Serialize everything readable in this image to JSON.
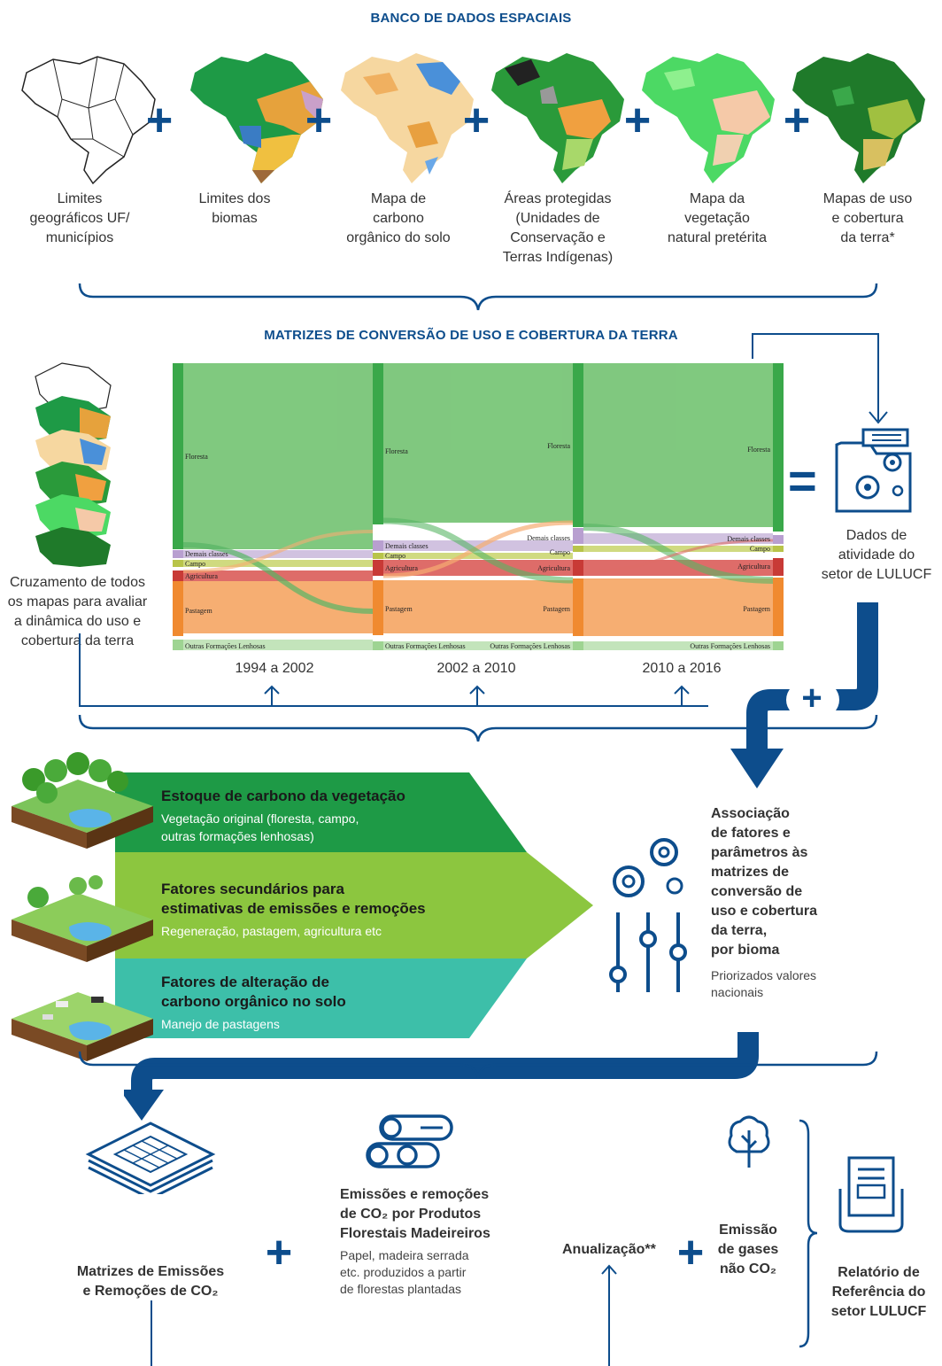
{
  "section1": {
    "title": "BANCO DE DADOS ESPACIAIS",
    "maps": [
      {
        "lines": [
          "Limites",
          "geográficos UF/",
          "municípios"
        ],
        "icon": "brazil-outline-map-icon"
      },
      {
        "lines": [
          "Limites dos",
          "biomas"
        ],
        "icon": "brazil-biomes-map-icon"
      },
      {
        "lines": [
          "Mapa de",
          "carbono",
          "orgânico do solo"
        ],
        "icon": "brazil-soil-carbon-map-icon"
      },
      {
        "lines": [
          "Áreas protegidas",
          "(Unidades de",
          "Conservação e",
          "Terras Indígenas)"
        ],
        "icon": "brazil-protected-areas-map-icon"
      },
      {
        "lines": [
          "Mapa da",
          "vegetação",
          "natural pretérita"
        ],
        "icon": "brazil-vegetation-map-icon"
      },
      {
        "lines": [
          "Mapas de uso",
          "e cobertura",
          "da terra*"
        ],
        "icon": "brazil-land-use-map-icon"
      }
    ],
    "plus": "+"
  },
  "section2": {
    "title": "MATRIZES DE CONVERSÃO DE USO E COBERTURA DA TERRA",
    "left_caption": [
      "Cruzamento de todos",
      "os mapas para avaliar",
      "a dinâmica do uso e",
      "cobertura da terra"
    ],
    "periods": [
      "1994 a 2002",
      "2002 a 2010",
      "2010 a 2016"
    ],
    "classes": [
      "Floresta",
      "Demais classes",
      "Campo",
      "Agricultura",
      "Pastagem",
      "Outras Formações Lenhosas"
    ],
    "equals": "=",
    "right_caption": [
      "Dados de",
      "atividade do",
      "setor de LULUCF"
    ],
    "plus": "+"
  },
  "section3": {
    "bands": [
      {
        "title": [
          "Estoque de carbono da vegetação"
        ],
        "desc": [
          "Vegetação original (floresta, campo,",
          "outras formações lenhosas)"
        ],
        "color": "#1e9a46"
      },
      {
        "title": [
          "Fatores secundários para",
          "estimativas de emissões e remoções"
        ],
        "desc": [
          "Regeneração, pastagem, agricultura etc"
        ],
        "color": "#8cc63f"
      },
      {
        "title": [
          "Fatores de alteração de",
          "carbono orgânico no solo"
        ],
        "desc": [
          "Manejo de pastagens"
        ],
        "color": "#3dbfa9"
      }
    ],
    "right_title": [
      "Associação",
      "de fatores e",
      "parâmetros às",
      "matrizes de",
      "conversão de",
      "uso e cobertura",
      "da terra,",
      "por bioma"
    ],
    "right_desc": [
      "Priorizados valores",
      "nacionais"
    ]
  },
  "section4": {
    "matrices_label": [
      "Matrizes de Emissões",
      "e Remoções de CO₂"
    ],
    "wood_title": [
      "Emissões e remoções",
      "de CO₂ por Produtos",
      "Florestais Madeireiros"
    ],
    "wood_desc": [
      "Papel, madeira serrada",
      "etc. produzidos a partir",
      "de florestas plantadas"
    ],
    "annual_label": "Anualização**",
    "non_co2_label": [
      "Emissão",
      "de gases",
      "não CO₂"
    ],
    "report_label": [
      "Relatório de",
      "Referência do",
      "setor LULUCF"
    ],
    "plus": "+"
  },
  "colors": {
    "brand_blue": "#0d4d8c",
    "floresta": "#6abf69",
    "demais": "#c9b8db",
    "campo": "#c8d46a",
    "agricultura": "#d9534f",
    "pastagem": "#f5a05a",
    "outras": "#b9e0b0"
  }
}
